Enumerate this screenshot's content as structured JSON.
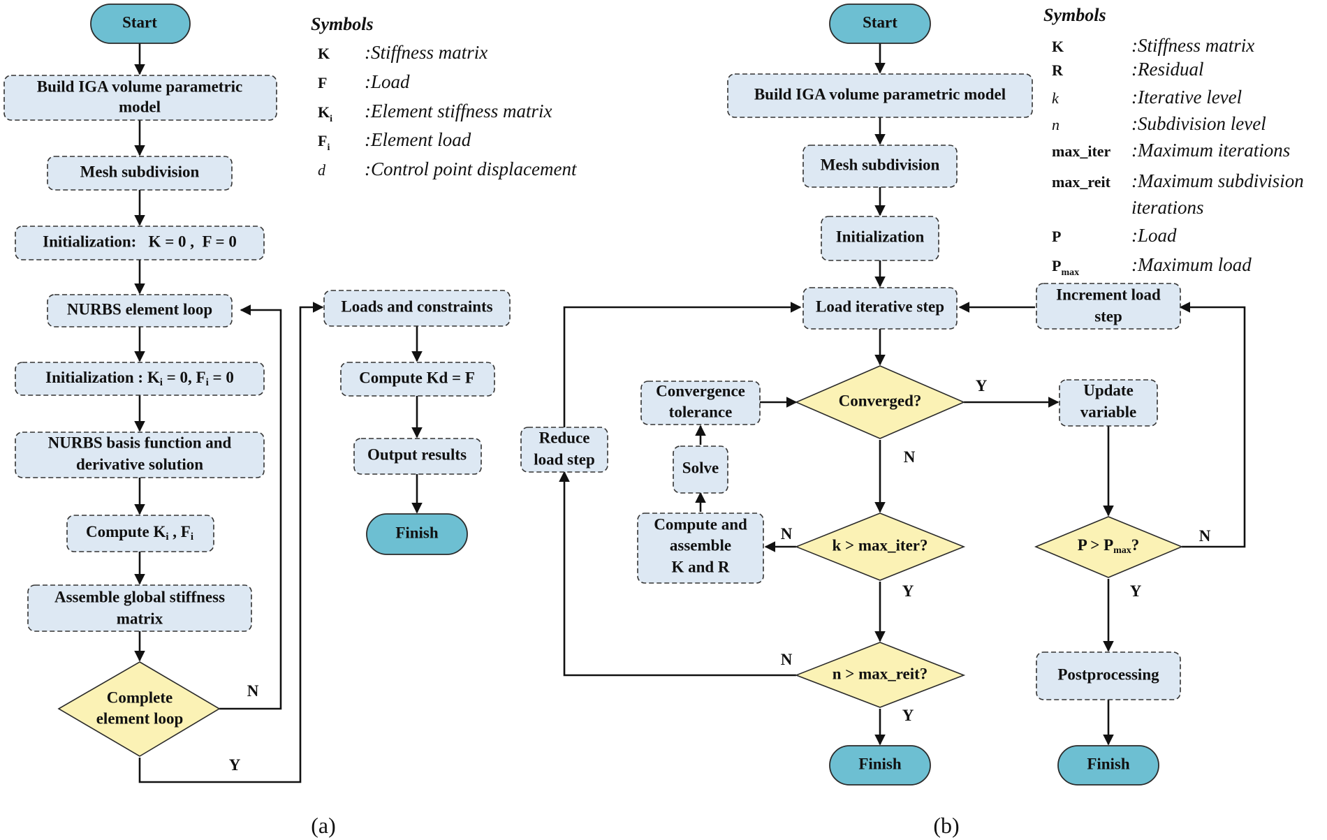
{
  "caption_a": "(a)",
  "caption_b": "(b)",
  "flow_a": {
    "start": "Start",
    "build_model": [
      "Build IGA volume parametric",
      "model"
    ],
    "mesh": "Mesh subdivision",
    "init": "Initialization:   K = 0 ,  F = 0",
    "element_loop": "NURBS element loop",
    "init_elem": {
      "label": "Initialization :",
      "k": "K",
      "k_sub": "i",
      "eq1": " = 0, ",
      "f": "F",
      "f_sub": "i",
      "eq2": " = 0"
    },
    "basis": [
      "NURBS basis function and",
      "derivative solution"
    ],
    "compute_ki": {
      "label": "Compute ",
      "k": "K",
      "k_sub": "i",
      "sep": " , ",
      "f": "F",
      "f_sub": "i"
    },
    "assemble": [
      "Assemble global stiffness",
      "matrix"
    ],
    "complete": [
      "Complete",
      "element loop"
    ],
    "n_label": "N",
    "y_label": "Y",
    "loads": "Loads and constraints",
    "compute_kd": "Compute Kd = F",
    "output": "Output results",
    "finish": "Finish"
  },
  "symbols_a": {
    "title": "Symbols",
    "rows": [
      {
        "key": "K",
        "sub": "",
        "italic": false,
        "desc": ":Stiffness matrix"
      },
      {
        "key": "F",
        "sub": "",
        "italic": false,
        "desc": ":Load"
      },
      {
        "key": "K",
        "sub": "i",
        "italic": false,
        "desc": ":Element stiffness matrix"
      },
      {
        "key": "F",
        "sub": "i",
        "italic": false,
        "desc": ":Element load"
      },
      {
        "key": "d",
        "sub": "",
        "italic": true,
        "desc": ":Control point displacement"
      }
    ]
  },
  "flow_b": {
    "start": "Start",
    "build_model": "Build IGA volume parametric model",
    "mesh": "Mesh subdivision",
    "init": "Initialization",
    "load_step": "Load iterative step",
    "increment": [
      "Increment load",
      "step"
    ],
    "converged": "Converged?",
    "convergence_tol": [
      "Convergence",
      "tolerance"
    ],
    "update": [
      "Update",
      "variable"
    ],
    "reduce": [
      "Reduce",
      "load step"
    ],
    "solve": "Solve",
    "compute_assemble": [
      "Compute and",
      "assemble",
      "K and R"
    ],
    "k_iter": "k > max_iter?",
    "p_max": {
      "p": "P > P",
      "sub": "max",
      "q": "?"
    },
    "n_reit": "n > max_reit?",
    "postprocessing": "Postprocessing",
    "finish_left": "Finish",
    "finish_right": "Finish",
    "labels": {
      "conv_y": "Y",
      "conv_n": "N",
      "kiter_n": "N",
      "kiter_y": "Y",
      "nreit_n": "N",
      "nreit_y": "Y",
      "pmax_n": "N",
      "pmax_y": "Y"
    }
  },
  "symbols_b": {
    "title": "Symbols",
    "rows": [
      {
        "key": "K",
        "sub": "",
        "italic": false,
        "desc": ":Stiffness matrix"
      },
      {
        "key": "R",
        "sub": "",
        "italic": false,
        "desc": ":Residual"
      },
      {
        "key": "k",
        "sub": "",
        "italic": true,
        "desc": ":Iterative level"
      },
      {
        "key": "n",
        "sub": "",
        "italic": true,
        "desc": ":Subdivision level"
      },
      {
        "key": "max_iter",
        "sub": "",
        "italic": false,
        "desc": ":Maximum iterations"
      },
      {
        "key": "max_reit",
        "sub": "",
        "italic": false,
        "desc": ":Maximum subdivision"
      },
      {
        "key": "",
        "sub": "",
        "italic": false,
        "desc": "iterations"
      },
      {
        "key": "P",
        "sub": "",
        "italic": false,
        "desc": ":Load"
      },
      {
        "key": "P",
        "sub": "max",
        "italic": false,
        "desc": ":Maximum load"
      }
    ]
  },
  "colors": {
    "process_fill": "#dde8f3",
    "terminal_fill": "#6dbfd2",
    "decision_fill": "#fbf2b5",
    "line": "#111111"
  }
}
